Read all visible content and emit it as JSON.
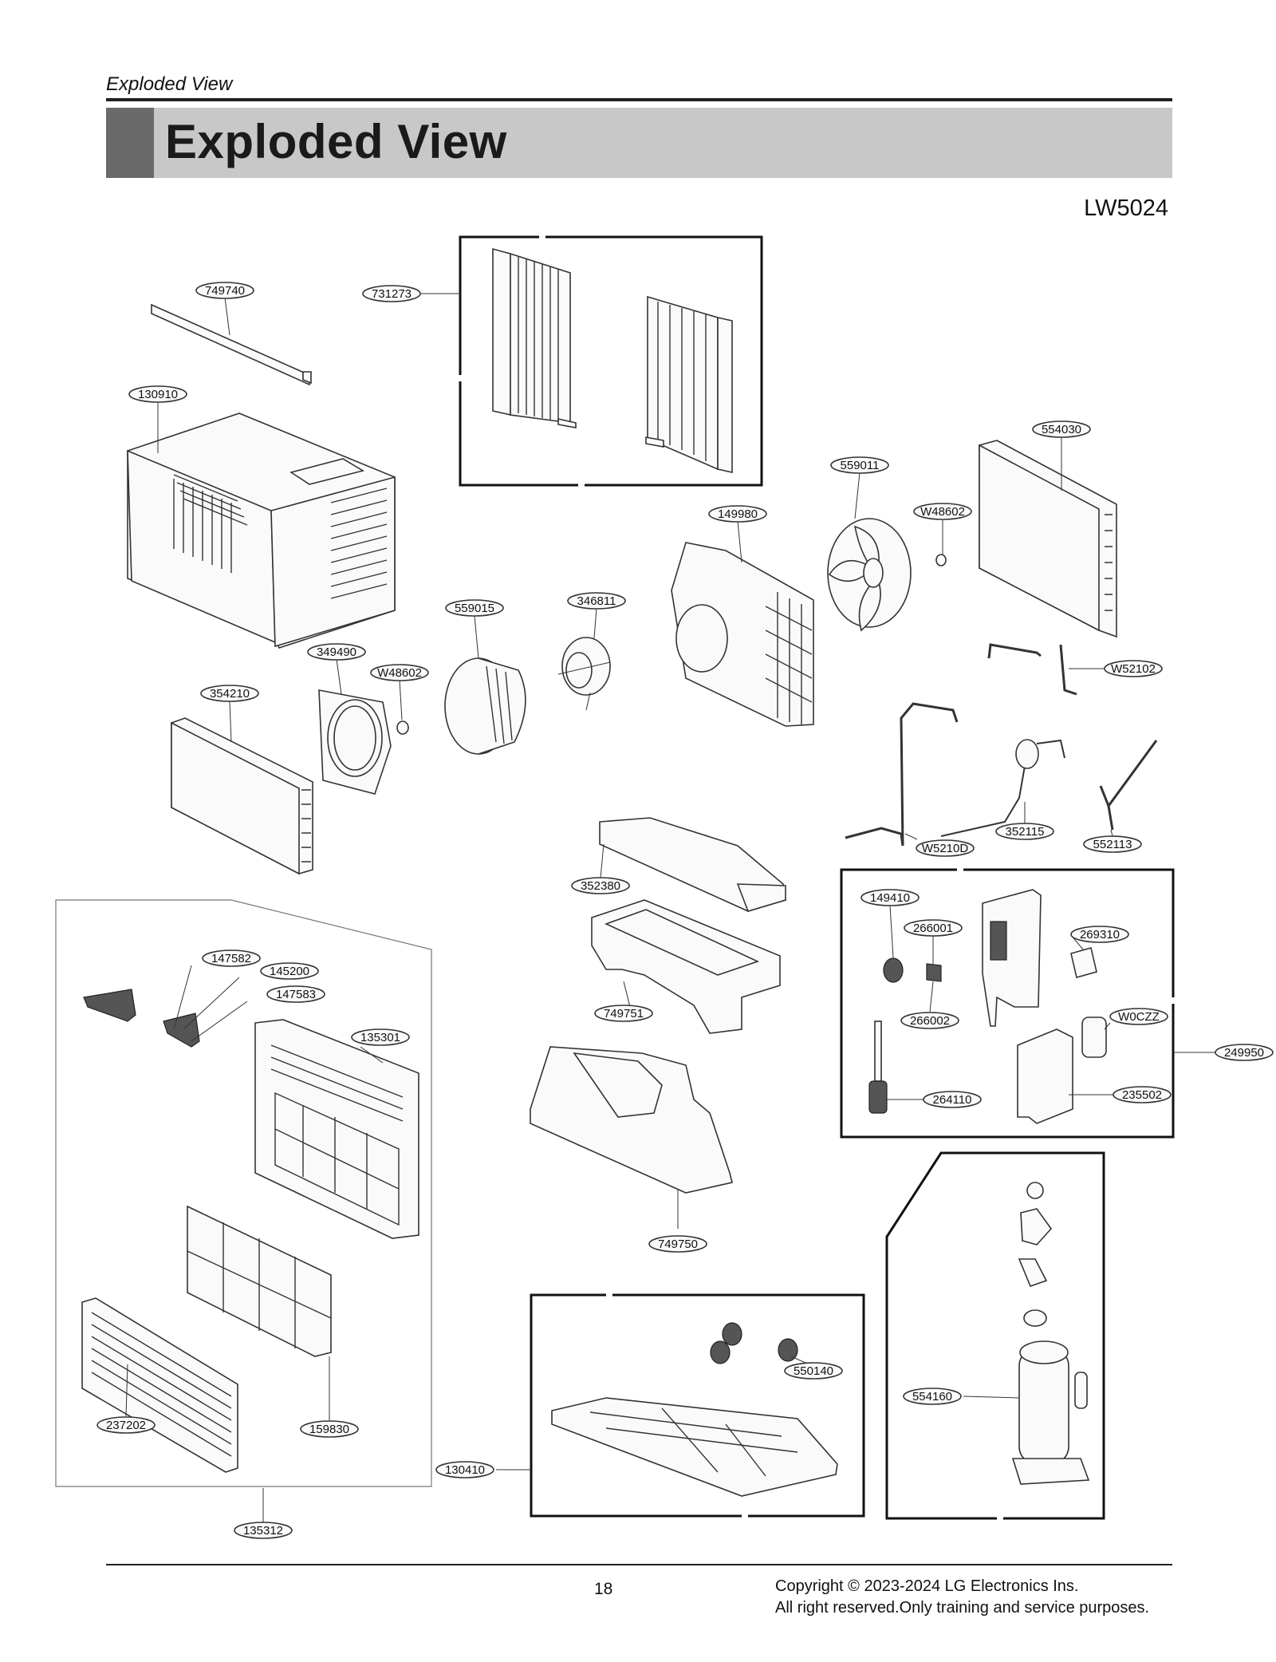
{
  "header": {
    "running_head": "Exploded View",
    "title": "Exploded View",
    "model": "LW5024"
  },
  "callouts": {
    "c749740": "749740",
    "c731273": "731273",
    "c130910": "130910",
    "c554030": "554030",
    "c559011": "559011",
    "c149980": "149980",
    "cW48602a": "W48602",
    "c559015": "559015",
    "c346811": "346811",
    "c349490": "349490",
    "cW48602b": "W48602",
    "c354210": "354210",
    "cW52102": "W52102",
    "c352115": "352115",
    "cW5210D": "W5210D",
    "c552113": "552113",
    "c352380": "352380",
    "c149410": "149410",
    "c266001": "266001",
    "c269310": "269310",
    "c266002": "266002",
    "cW0CZZ": "W0CZZ",
    "c249950": "249950",
    "c264110": "264110",
    "c235502": "235502",
    "c749751": "749751",
    "c147582": "147582",
    "c145200": "145200",
    "c147583": "147583",
    "c135301": "135301",
    "c749750": "749750",
    "c550140": "550140",
    "c554160": "554160",
    "c159830": "159830",
    "c237202": "237202",
    "c130410": "130410",
    "c135312": "135312"
  },
  "footer": {
    "page_number": "18",
    "copyright_line1": "Copyright © 2023-2024 LG Electronics Ins.",
    "copyright_line2": "All right reserved.Only training and service purposes."
  }
}
